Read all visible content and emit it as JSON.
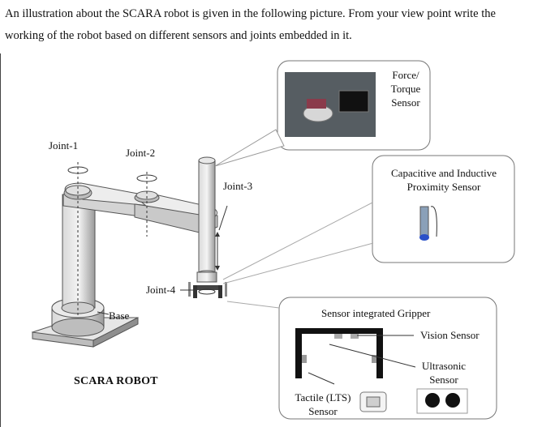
{
  "question": {
    "line1": "An illustration about the SCARA robot is given in the following picture. From your view point write the",
    "line2": "working of the robot based on different sensors and joints embedded in it."
  },
  "figure": {
    "joint1": "Joint-1",
    "joint2": "Joint-2",
    "joint3": "Joint-3",
    "joint4": "Joint-4",
    "base": "Base",
    "robot_title": "SCARA ROBOT",
    "force_torque_sensor": [
      "Force/",
      "Torque",
      "Sensor"
    ],
    "proximity_sensor": [
      "Capacitive and Inductive",
      "Proximity Sensor"
    ],
    "gripper_title": "Sensor integrated Gripper",
    "vision_sensor": "Vision Sensor",
    "ultrasonic_sensor": [
      "Ultrasonic",
      "Sensor"
    ],
    "tactile_sensor": [
      "Tactile (LTS)",
      "Sensor"
    ]
  }
}
